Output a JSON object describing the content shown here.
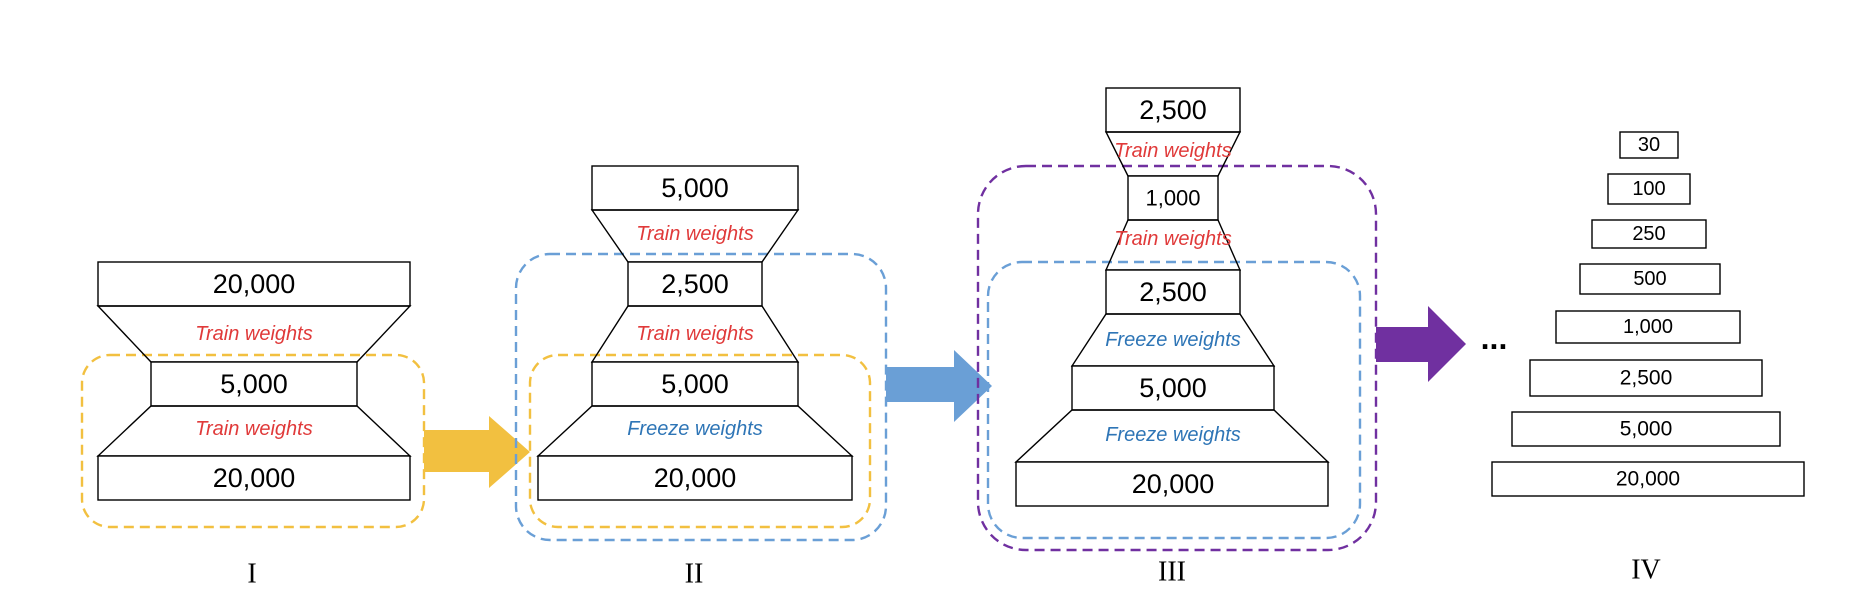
{
  "colors": {
    "train": "#e03a3a",
    "freeze": "#2e75b6",
    "stage1": "#f2c040",
    "stage2": "#6a9fd6",
    "stage3": "#7030a0"
  },
  "stages": {
    "s1": {
      "label": "I",
      "boxes": [
        "20,000",
        "5,000",
        "20,000"
      ],
      "weights": [
        "Train weights",
        "Train weights"
      ]
    },
    "s2": {
      "label": "II",
      "boxes": [
        "5,000",
        "2,500",
        "5,000",
        "20,000"
      ],
      "weights": [
        "Train weights",
        "Train weights",
        "Freeze weights"
      ]
    },
    "s3": {
      "label": "III",
      "boxes": [
        "2,500",
        "1,000",
        "2,500",
        "5,000",
        "20,000"
      ],
      "weights": [
        "Train weights",
        "Train weights",
        "Freeze weights",
        "Freeze weights"
      ]
    },
    "s4": {
      "label": "IV",
      "boxes": [
        "30",
        "100",
        "250",
        "500",
        "1,000",
        "2,500",
        "5,000",
        "20,000"
      ]
    }
  },
  "ellipsis": "..."
}
